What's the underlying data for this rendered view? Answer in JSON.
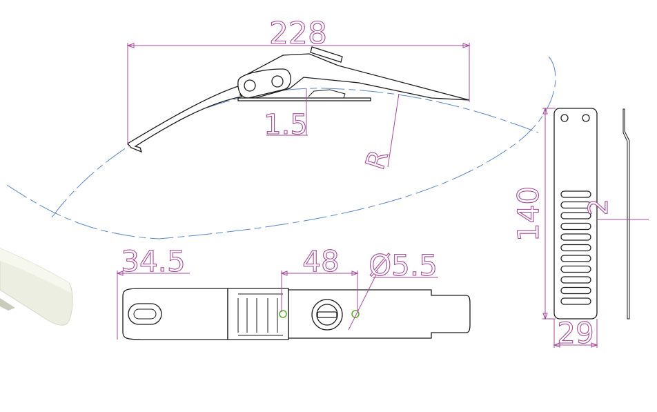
{
  "dimensions": {
    "length": "228",
    "thickness": "1.5",
    "radius": "R",
    "end_to_slot": "34.5",
    "hole_spacing": "48",
    "hole_diameter": "Ø5.5",
    "strip_length": "140",
    "strip_width": "29",
    "offset": "2"
  },
  "colors": {
    "dimension": "#a4479a",
    "outline": "#1a1a1a",
    "reference_curve": "#5b86c4",
    "mounting_hole": "#5aa82a"
  }
}
